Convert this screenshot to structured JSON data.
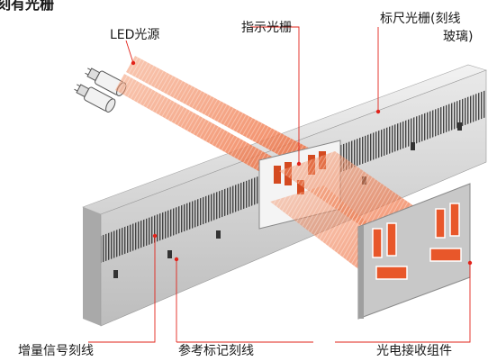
{
  "title": "刻有光栅",
  "labels": {
    "led": "LED光源",
    "index_grating": "指示光栅",
    "scale_grating_line1": "标尺光栅(刻线",
    "scale_grating_line2": "玻璃)",
    "incremental_lines": "增量信号刻线",
    "reference_marks": "参考标记刻线",
    "detector": "光电接收组件"
  },
  "colors": {
    "beam": "#f07a4a",
    "beam_light": "#f7b698",
    "leader": "#e2231a",
    "scale_face": "#dcdcdc",
    "scale_top": "#c9c9c9",
    "detector_window": "#e8572a"
  }
}
